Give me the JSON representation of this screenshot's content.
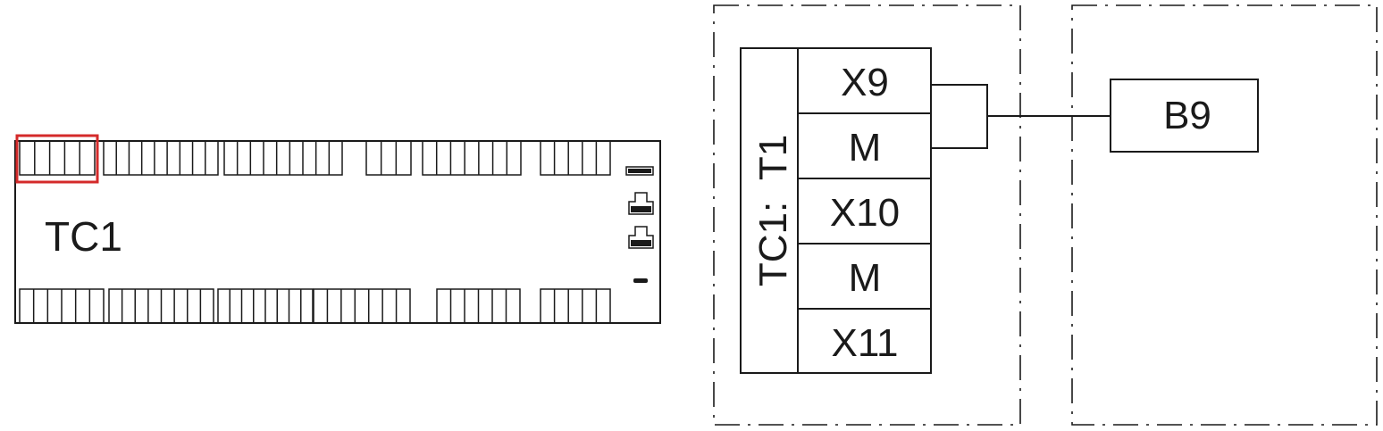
{
  "controller": {
    "label": "TC1",
    "highlight_color": "#d42a2a"
  },
  "terminal_block": {
    "header": "TC1:  T1",
    "terminals": [
      "X9",
      "M",
      "X10",
      "M",
      "X11"
    ]
  },
  "sensor": {
    "label": "B9"
  },
  "colors": {
    "line": "#1a1a1a",
    "background": "#ffffff"
  }
}
